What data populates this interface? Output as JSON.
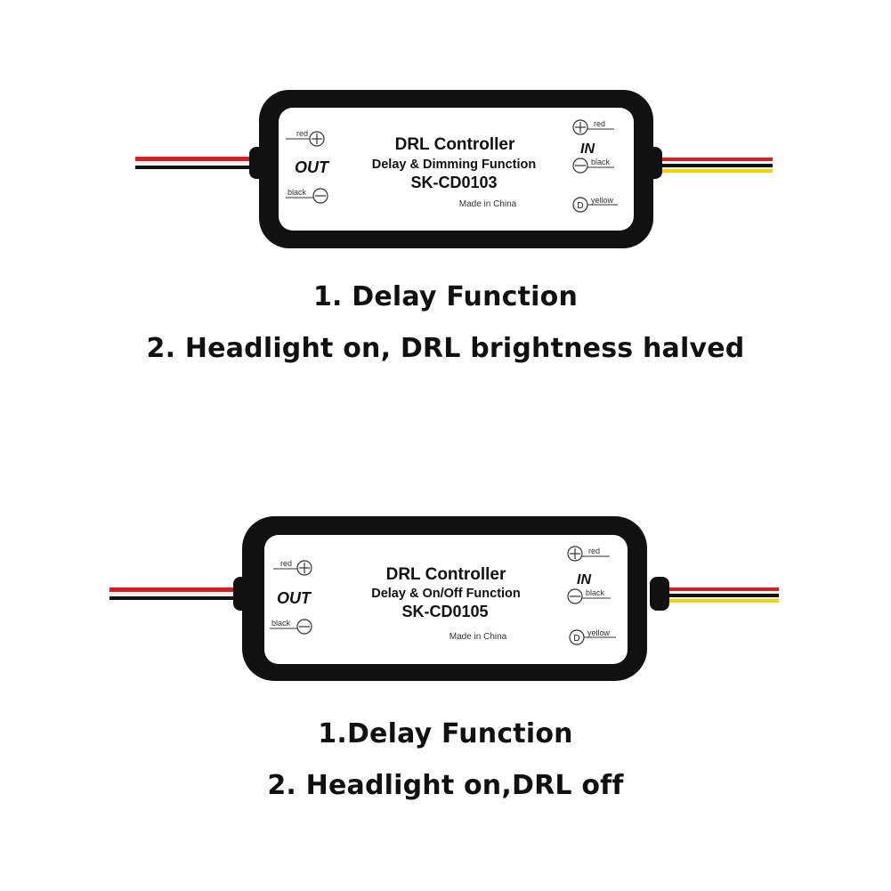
{
  "products": [
    {
      "device": {
        "title": "DRL Controller",
        "function": "Delay & Dimming Function",
        "model": "SK-CD0103",
        "origin": "Made in China",
        "out_label": "OUT",
        "in_label": "IN",
        "terminals": {
          "out_pos": "red",
          "out_neg": "black",
          "in_pos": "red",
          "in_neg": "black",
          "in_d": "yellow",
          "d_letter": "D"
        }
      },
      "captions": [
        "1. Delay Function",
        "2. Headlight on, DRL brightness halved"
      ]
    },
    {
      "device": {
        "title": "DRL Controller",
        "function": "Delay & On/Off Function",
        "model": "SK-CD0105",
        "origin": "Made in China",
        "out_label": "OUT",
        "in_label": "IN",
        "terminals": {
          "out_pos": "red",
          "out_neg": "black",
          "in_pos": "red",
          "in_neg": "black",
          "in_d": "yellow",
          "d_letter": "D"
        }
      },
      "captions": [
        "1.Delay Function",
        "2. Headlight on,DRL off"
      ]
    }
  ],
  "colors": {
    "wire_red": "#d81e1e",
    "wire_black": "#111111",
    "wire_yellow": "#f2d200",
    "housing": "#111111",
    "label_bg": "#ffffff"
  }
}
